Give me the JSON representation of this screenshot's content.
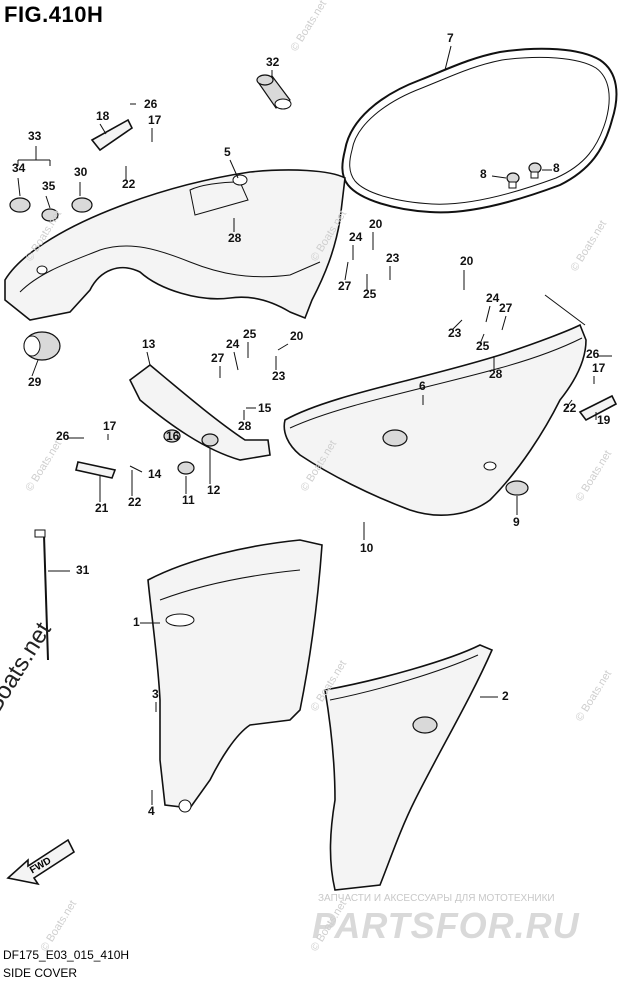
{
  "figure": {
    "title": "FIG.410H",
    "code": "DF175_E03_015_410H",
    "subtitle": "SIDE COVER"
  },
  "watermark": {
    "main": "© Boats.net",
    "repeat": "© Boats.net"
  },
  "advert": {
    "line": "ЗАПЧАСТИ И АКСЕССУАРЫ ДЛЯ МОТОТЕХНИКИ",
    "logo": "PARTSFOR.RU"
  },
  "fwd_arrow_label": "FWD",
  "part_numbers": [
    "1",
    "2",
    "3",
    "4",
    "5",
    "6",
    "7",
    "8",
    "8",
    "9",
    "10",
    "11",
    "12",
    "13",
    "14",
    "15",
    "16",
    "17",
    "17",
    "17",
    "18",
    "19",
    "20",
    "20",
    "20",
    "21",
    "22",
    "22",
    "22",
    "23",
    "23",
    "23",
    "24",
    "24",
    "24",
    "25",
    "25",
    "25",
    "26",
    "26",
    "26",
    "27",
    "27",
    "27",
    "28",
    "28",
    "28",
    "28",
    "29",
    "30",
    "31",
    "32",
    "33",
    "34",
    "35"
  ]
}
